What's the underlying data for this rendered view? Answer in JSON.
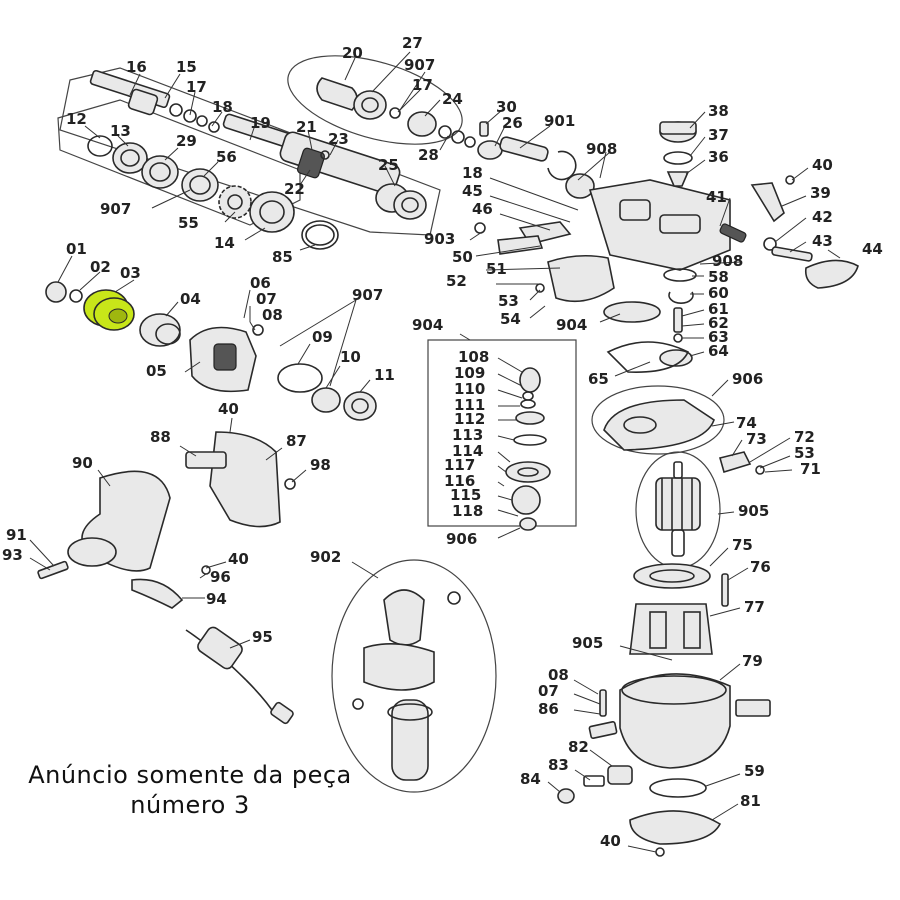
{
  "caption": {
    "line1": "Anúncio somente da peça",
    "line2": "número 3"
  },
  "highlight_color": "#c8e619",
  "labels": {
    "l01": "01",
    "l02": "02",
    "l03": "03",
    "l04": "04",
    "l05": "05",
    "l06": "06",
    "l07": "07",
    "l08": "08",
    "l09": "09",
    "l10": "10",
    "l11": "11",
    "l12": "12",
    "l13": "13",
    "l14": "14",
    "l15": "15",
    "l16": "16",
    "l17a": "17",
    "l17b": "17",
    "l18a": "18",
    "l18b": "18",
    "l19": "19",
    "l20": "20",
    "l21": "21",
    "l22": "22",
    "l23": "23",
    "l24": "24",
    "l25": "25",
    "l26": "26",
    "l27": "27",
    "l28": "28",
    "l29": "29",
    "l30": "30",
    "l36": "36",
    "l37": "37",
    "l38": "38",
    "l39": "39",
    "l40a": "40",
    "l40b": "40",
    "l40c": "40",
    "l40d": "40",
    "l41": "41",
    "l42": "42",
    "l43": "43",
    "l44": "44",
    "l45": "45",
    "l46": "46",
    "l50": "50",
    "l51": "51",
    "l52": "52",
    "l53a": "53",
    "l53b": "53",
    "l54": "54",
    "l55": "55",
    "l56": "56",
    "l58": "58",
    "l59": "59",
    "l60": "60",
    "l61": "61",
    "l62": "62",
    "l63": "63",
    "l64": "64",
    "l65": "65",
    "l71": "71",
    "l72": "72",
    "l73": "73",
    "l74": "74",
    "l75": "75",
    "l76": "76",
    "l77": "77",
    "l79": "79",
    "l81": "81",
    "l82": "82",
    "l83": "83",
    "l84": "84",
    "l85": "85",
    "l86": "86",
    "l87": "87",
    "l88": "88",
    "l90": "90",
    "l91": "91",
    "l93": "93",
    "l94": "94",
    "l95": "95",
    "l96": "96",
    "l98": "98",
    "l07b": "07",
    "l08b": "08",
    "l108": "108",
    "l109": "109",
    "l110": "110",
    "l111": "111",
    "l112": "112",
    "l113": "113",
    "l114": "114",
    "l115": "115",
    "l116": "116",
    "l117": "117",
    "l118": "118",
    "l901": "901",
    "l902": "902",
    "l903": "903",
    "l904a": "904",
    "l904b": "904",
    "l905a": "905",
    "l905b": "905",
    "l906a": "906",
    "l906b": "906",
    "l907a": "907",
    "l907b": "907",
    "l907c": "907",
    "l908a": "908",
    "l908b": "908"
  }
}
